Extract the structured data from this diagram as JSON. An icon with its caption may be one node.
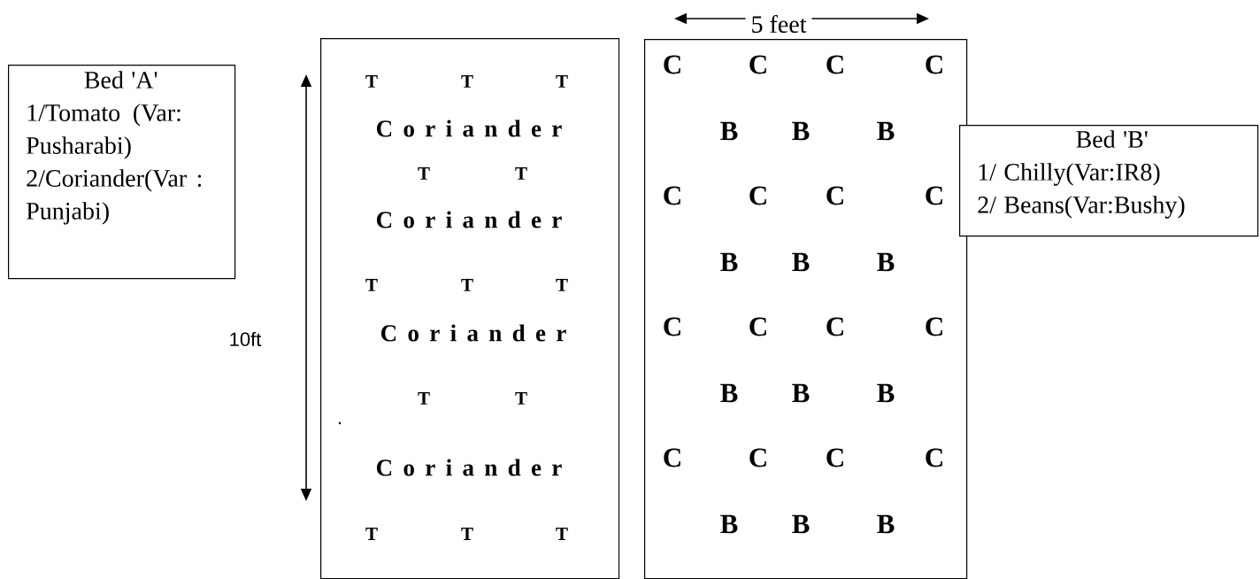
{
  "diagram": {
    "nodes": [
      {
        "text": [
          "Bed 'A'",
          "1/Tomato (Var: Pusharabi)",
          "2/Coriander(Var : Punjabi)"
        ]
      },
      {
        "text": [
          "T",
          "T",
          "T",
          "C o r i a n d e r",
          "T",
          "T",
          "C o r i a n d e r",
          "T",
          "T",
          "T",
          "C o r i a n d e r",
          "T",
          "T",
          ".",
          "C o r i a n d e r",
          "T",
          "T",
          "T"
        ]
      },
      {
        "text": [
          "C",
          "C",
          "C",
          "C",
          "B",
          "B",
          "B",
          "C",
          "C",
          "C",
          "C",
          "B",
          "B",
          "B",
          "C",
          "C",
          "C",
          "C",
          "B",
          "B",
          "B",
          "C",
          "C",
          "C",
          "C",
          "B",
          "B",
          "B"
        ]
      },
      {
        "text": [
          "Bed 'B'",
          "1/ Chilly(Var:IR8)",
          "2/ Beans(Var:Bushy)"
        ]
      }
    ],
    "labels": [
      "10ft",
      "5 feet"
    ]
  }
}
